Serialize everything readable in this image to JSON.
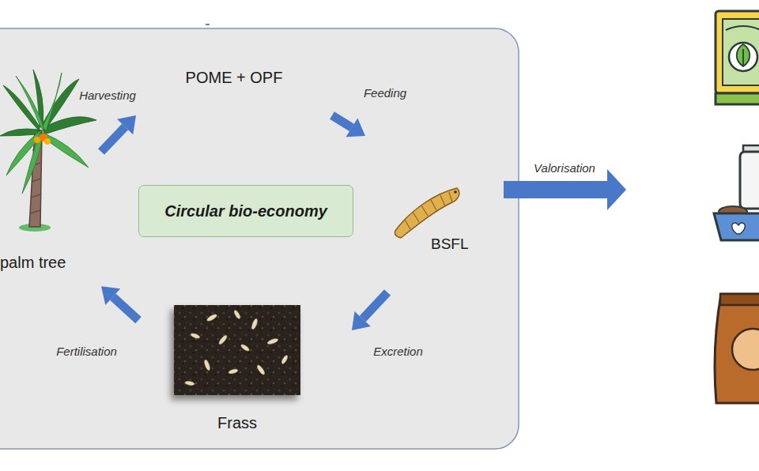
{
  "diagram": {
    "nodes": [
      {
        "text": [
          "palm tree"
        ]
      },
      {
        "text": [
          "POME + OPF"
        ]
      },
      {
        "text": [
          "Circular bio-economy"
        ]
      },
      {
        "text": [
          "BSFL"
        ]
      },
      {
        "text": [
          "Frass"
        ]
      }
    ],
    "edges": [
      {
        "from": 0,
        "to": 1,
        "arrow": "to",
        "label": "Harvesting"
      },
      {
        "from": 1,
        "to": 3,
        "arrow": "to",
        "label": "Feeding"
      },
      {
        "from": 3,
        "to": 4,
        "arrow": "to",
        "label": "Excretion"
      },
      {
        "from": 4,
        "to": 0,
        "arrow": "to",
        "label": "Fertilisation"
      }
    ],
    "labels": [
      "Valorisation"
    ]
  }
}
